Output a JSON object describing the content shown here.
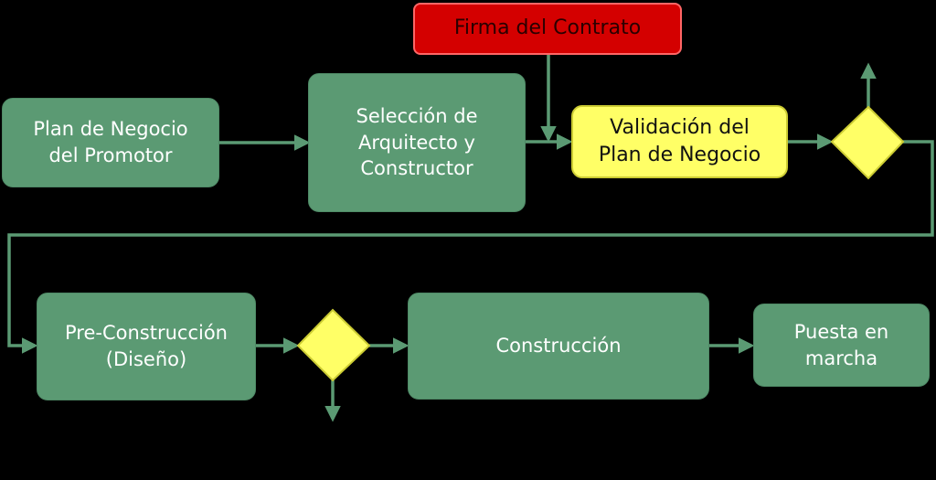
{
  "colors": {
    "background": "#000000",
    "process": "#5b9a73",
    "decision": "#ffff66",
    "event": "#d40000",
    "connector": "#5b9a73"
  },
  "nodes": {
    "plan_promotor": "Plan de Negocio\ndel Promotor",
    "seleccion": "Selección de\nArquitecto y\nConstructor",
    "firma": "Firma del Contrato",
    "validacion": "Validación del\nPlan de Negocio",
    "preconstruccion": "Pre-Construcción\n(Diseño)",
    "construccion": "Construcción",
    "puesta": "Puesta en\nmarcha"
  },
  "decisions": [
    {
      "id": "decision-after-validation"
    },
    {
      "id": "decision-after-design"
    }
  ]
}
